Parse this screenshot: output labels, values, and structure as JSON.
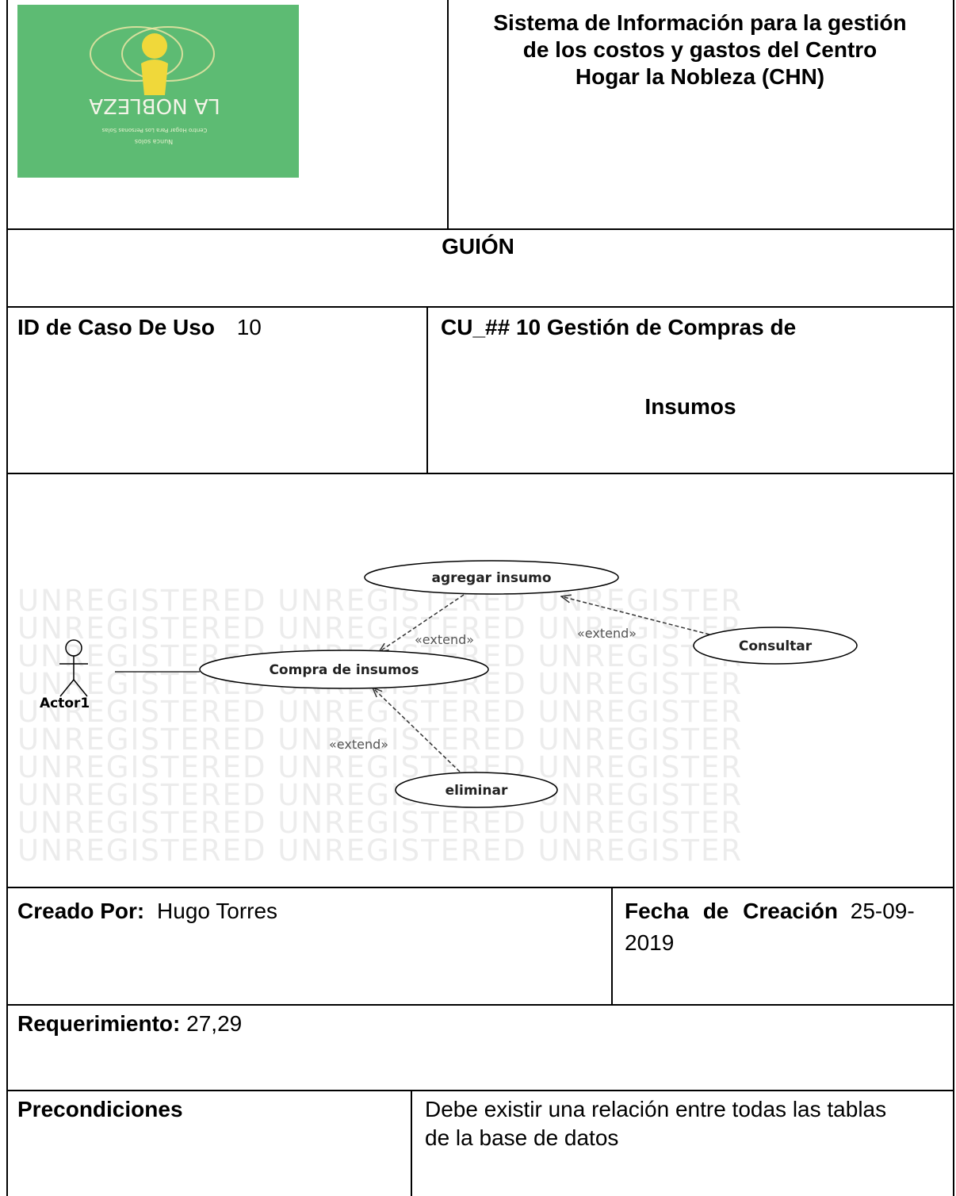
{
  "header": {
    "logo": {
      "text": "LA NOBLEZA",
      "tagline": "Centro Hogar Para Los Personas Solas",
      "motto": "Nunca solos",
      "color": "#5dbb73"
    },
    "title_lines": [
      "Sistema de Información para la gestión",
      "de los costos y gastos del Centro",
      "Hogar la Nobleza (CHN)"
    ]
  },
  "guion": {
    "label": "GUIÓN"
  },
  "use_case": {
    "id_label": "ID de Caso De Uso",
    "id_value": "10",
    "name_line1": "CU_## 10 Gestión de Compras de",
    "name_line2": "Insumos"
  },
  "diagram": {
    "watermark_text": "UNREGISTERED UNREGISTERED UNREGISTER",
    "actor": "Actor1",
    "use_cases": {
      "main": "Compra de insumos",
      "add": "agregar insumo",
      "query": "Consultar",
      "delete": "eliminar"
    },
    "relations": {
      "extend_add": "«extend»",
      "extend_query": "«extend»",
      "extend_delete": "«extend»"
    }
  },
  "created": {
    "by_label": "Creado Por:",
    "by_value": "Hugo Torres",
    "date_label": "Fecha de Creación",
    "date_value_line1": "25-09-",
    "date_value_line2": "2019"
  },
  "requirement": {
    "label": "Requerimiento:",
    "value": "27,29"
  },
  "preconditions": {
    "label": "Precondiciones",
    "text_line1": "Debe existir una relación entre todas las tablas",
    "text_line2": "de la base de datos"
  }
}
